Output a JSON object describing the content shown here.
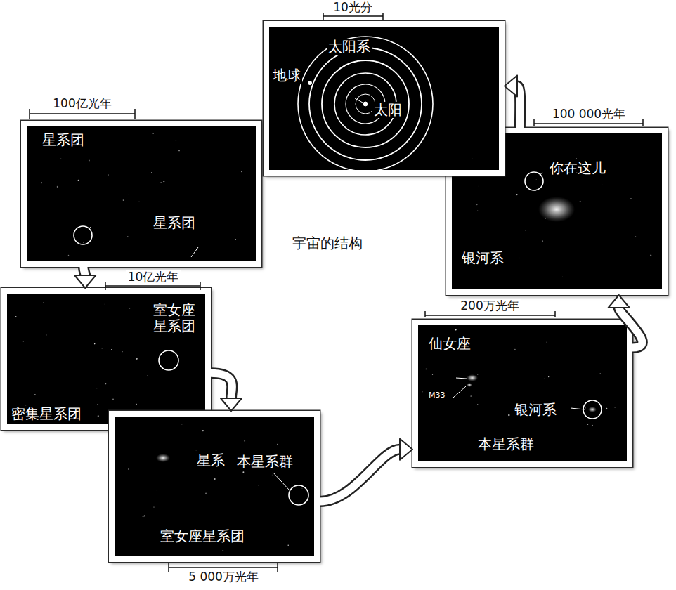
{
  "diagram": {
    "title": "宇宙的结构",
    "nodes": [
      {
        "text": [
          "星系团",
          "星系团"
        ]
      },
      {
        "text": [
          "室女座 星系团",
          "密集星系团"
        ]
      },
      {
        "text": [
          "星系",
          "本星系群",
          "室女座星系团"
        ]
      },
      {
        "text": [
          "仙女座",
          "M33",
          "银河系",
          "本星系群"
        ]
      },
      {
        "text": [
          "你在这儿",
          "银河系"
        ]
      },
      {
        "text": [
          "太阳系",
          "地球",
          "太阳"
        ]
      }
    ],
    "edges": [
      {
        "from": 0,
        "to": 1,
        "arrow": "to"
      },
      {
        "from": 1,
        "to": 2,
        "arrow": "to"
      },
      {
        "from": 2,
        "to": 3,
        "arrow": "to"
      },
      {
        "from": 3,
        "to": 4,
        "arrow": "to"
      },
      {
        "from": 4,
        "to": 5,
        "arrow": "to"
      }
    ],
    "labels": [
      "100亿光年",
      "10亿光年",
      "5 000万光年",
      "200万光年",
      "100 000光年",
      "10光分"
    ]
  }
}
